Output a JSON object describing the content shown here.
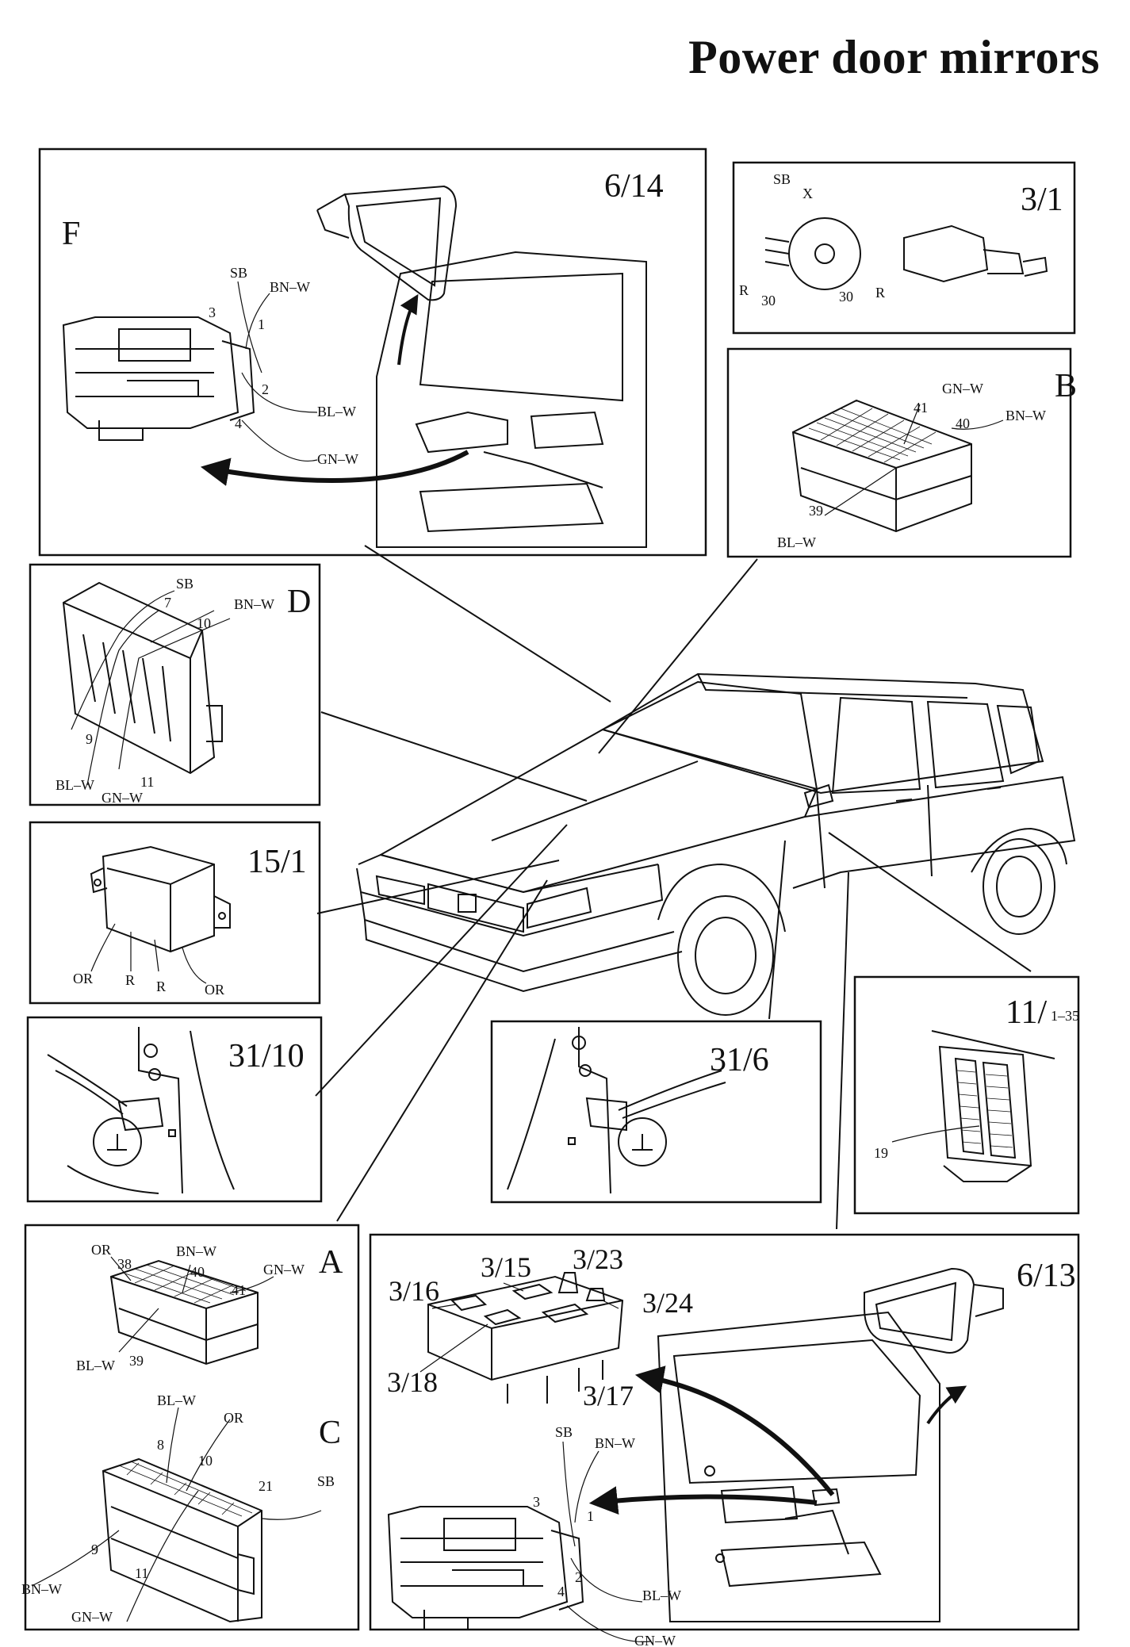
{
  "title": "Power door mirrors",
  "panels": {
    "p614": {
      "code": "6/14",
      "letter": "F",
      "wires": {
        "sb": "SB",
        "bnw": "BN–W",
        "blw": "BL–W",
        "gnw": "GN–W"
      },
      "pins": {
        "p1": "1",
        "p2": "2",
        "p3": "3",
        "p4": "4"
      }
    },
    "p31": {
      "code": "3/1",
      "labels": {
        "sb": "SB",
        "x": "X",
        "r1": "R",
        "r2": "R",
        "t1": "30",
        "t2": "30"
      }
    },
    "pB": {
      "letter": "B",
      "wires": {
        "gnw": "GN–W",
        "bnw": "BN–W",
        "blw": "BL–W"
      },
      "pins": {
        "p41": "41",
        "p40": "40",
        "p39": "39"
      }
    },
    "pD": {
      "letter": "D",
      "wires": {
        "sb": "SB",
        "bnw": "BN–W",
        "blw": "BL–W",
        "gnw": "GN–W"
      },
      "pins": {
        "p7": "7",
        "p10": "10",
        "p9": "9",
        "p11": "11"
      }
    },
    "p151": {
      "code": "15/1",
      "wires": {
        "or1": "OR",
        "r1": "R",
        "r2": "R",
        "or2": "OR"
      }
    },
    "p3110": {
      "code": "31/10"
    },
    "p316": {
      "code": "31/6"
    },
    "p11": {
      "code": "11/",
      "sub": "1–35",
      "pin": "19"
    },
    "pA": {
      "letter": "A",
      "wires": {
        "or": "OR",
        "bnw": "BN–W",
        "gnw": "GN–W",
        "blw": "BL–W"
      },
      "pins": {
        "p38": "38",
        "p40": "40",
        "p41": "41",
        "p39": "39"
      }
    },
    "pC": {
      "letter": "C",
      "wires": {
        "blw": "BL–W",
        "or": "OR",
        "sb": "SB",
        "bnw": "BN–W",
        "gnw": "GN–W"
      },
      "pins": {
        "p8": "8",
        "p10": "10",
        "p21": "21",
        "p9": "9",
        "p11": "11"
      }
    },
    "p613": {
      "code": "6/13",
      "switch": {
        "s316": "3/16",
        "s315": "3/15",
        "s323": "3/23",
        "s324": "3/24",
        "s318": "3/18",
        "s317": "3/17"
      },
      "wires": {
        "sb": "SB",
        "bnw": "BN–W",
        "blw": "BL–W",
        "gnw": "GN–W"
      },
      "pins": {
        "p1": "1",
        "p2": "2",
        "p3": "3",
        "p4": "4"
      }
    }
  }
}
